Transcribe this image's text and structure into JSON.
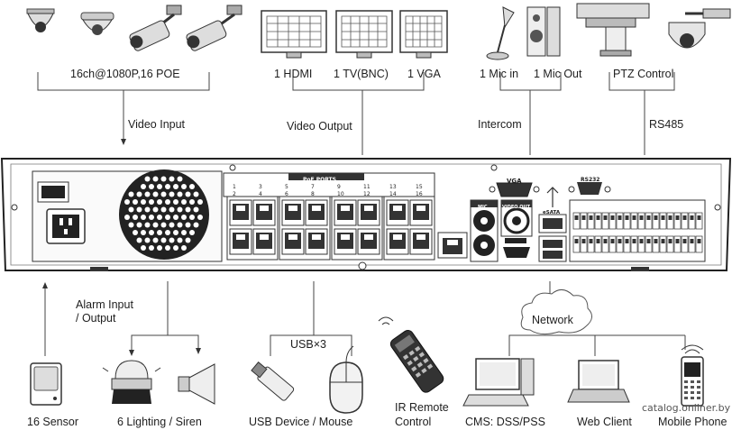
{
  "top_labels": {
    "cameras": "16ch@1080P,16 POE",
    "video_input": "Video Input",
    "hdmi": "1 HDMI",
    "tv": "1 TV(BNC)",
    "vga": "1 VGA",
    "video_output": "Video Output",
    "mic_in": "1 Mic in",
    "mic_out": "1 Mic Out",
    "intercom": "Intercom",
    "ptz": "PTZ Control",
    "rs485": "RS485"
  },
  "panel_labels": {
    "poe_ports": "PoE PORTS",
    "port_top": [
      "1",
      "3",
      "5",
      "7",
      "9",
      "11",
      "13",
      "15"
    ],
    "port_bottom": [
      "2",
      "4",
      "6",
      "8",
      "10",
      "12",
      "14",
      "16"
    ],
    "vga": "VGA",
    "video_out": "VIDEO OUT",
    "mic": "MIC",
    "esata": "eSATA",
    "rs232": "RS232"
  },
  "bottom_labels": {
    "alarm": "Alarm Input\n/ Output",
    "alarm_line1": "Alarm Input",
    "alarm_line2": "/ Output",
    "sensor": "16 Sensor",
    "lighting": "6 Lighting / Siren",
    "usb": "USB×3",
    "usb_device": "USB Device / Mouse",
    "ir_line1": "IR Remote",
    "ir_line2": "Control",
    "network": "Network",
    "cms": "CMS: DSS/PSS",
    "web": "Web Client",
    "mobile": "Mobile Phone"
  },
  "watermark": "catalog.onliner.by"
}
